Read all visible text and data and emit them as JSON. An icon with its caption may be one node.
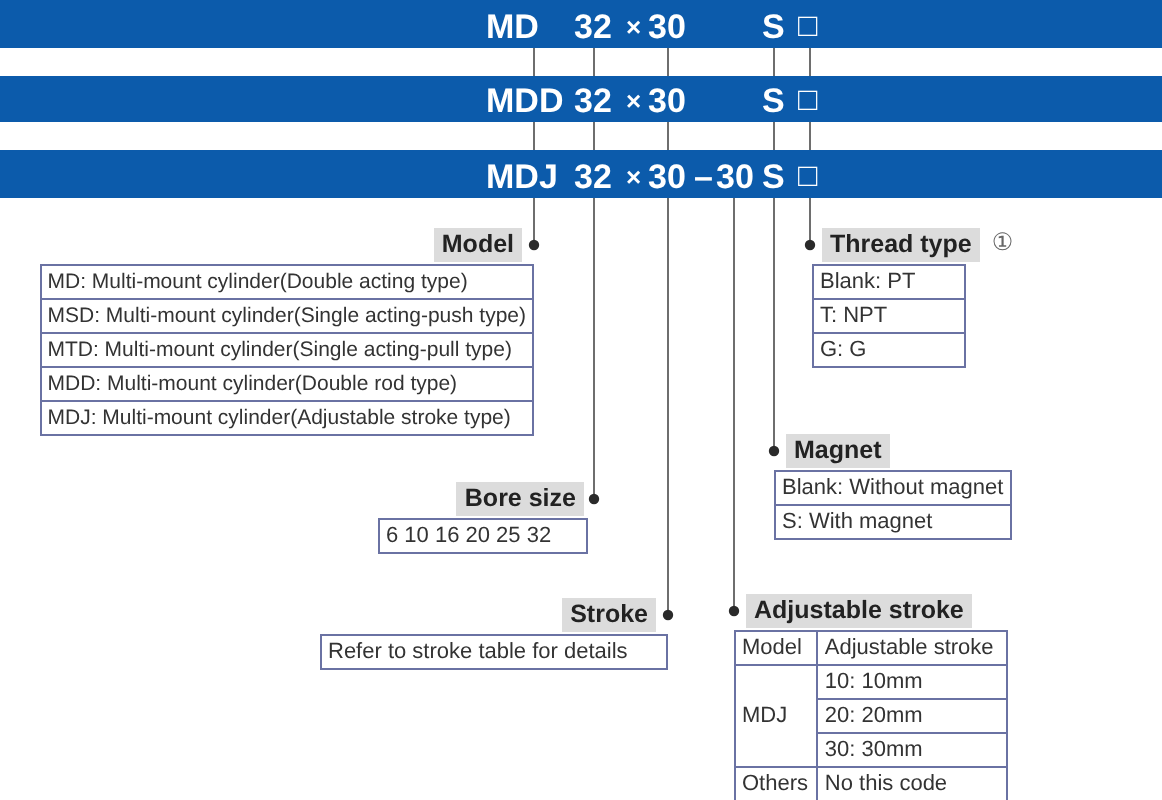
{
  "diagram": {
    "nodes": [
      {
        "text": [
          "MD",
          "32",
          "×",
          "30",
          "S",
          "□"
        ]
      },
      {
        "text": [
          "MDD",
          "32",
          "×",
          "30",
          "S",
          "□"
        ]
      },
      {
        "text": [
          "MDJ",
          "32",
          "×",
          "30",
          "–",
          "30",
          "S",
          "□"
        ]
      },
      {
        "text": [
          "Model",
          "MD: Multi-mount cylinder(Double acting type)",
          "MSD: Multi-mount cylinder(Single acting-push type)",
          "MTD: Multi-mount cylinder(Single acting-pull type)",
          "MDD: Multi-mount cylinder(Double rod type)",
          "MDJ: Multi-mount cylinder(Adjustable stroke type)"
        ]
      },
      {
        "text": [
          "Thread type",
          "Blank: PT",
          "T: NPT",
          "G: G"
        ],
        "beside": [
          "①"
        ]
      },
      {
        "text": [
          "Magnet",
          "Blank: Without magnet",
          "S: With magnet"
        ]
      },
      {
        "text": [
          "Bore size",
          "6 10 16 20 25 32"
        ]
      },
      {
        "text": [
          "Stroke",
          "Refer to stroke table for details"
        ]
      },
      {
        "text": [
          "Adjustable stroke",
          "Model",
          "Adjustable stroke",
          "MDJ",
          "10: 10mm",
          "20: 20mm",
          "30: 30mm",
          "Others",
          "No this code"
        ]
      }
    ],
    "edges": [
      {
        "from": 0,
        "to": 1,
        "arrow": "none"
      },
      {
        "from": 1,
        "to": 2,
        "arrow": "none"
      },
      {
        "from": 2,
        "to": 3,
        "arrow": "other"
      },
      {
        "from": 0,
        "to": 1,
        "arrow": "none"
      },
      {
        "from": 1,
        "to": 2,
        "arrow": "none"
      },
      {
        "from": 2,
        "to": 6,
        "arrow": "other"
      },
      {
        "from": 0,
        "to": 1,
        "arrow": "none"
      },
      {
        "from": 1,
        "to": 2,
        "arrow": "none"
      },
      {
        "from": 2,
        "to": 7,
        "arrow": "other"
      },
      {
        "from": 2,
        "to": 8,
        "arrow": "other"
      },
      {
        "from": 0,
        "to": 1,
        "arrow": "none"
      },
      {
        "from": 1,
        "to": 2,
        "arrow": "none"
      },
      {
        "from": 2,
        "to": 5,
        "arrow": "other"
      },
      {
        "from": 0,
        "to": 1,
        "arrow": "none"
      },
      {
        "from": 1,
        "to": 2,
        "arrow": "none"
      },
      {
        "from": 2,
        "to": 4,
        "arrow": "other"
      }
    ]
  }
}
